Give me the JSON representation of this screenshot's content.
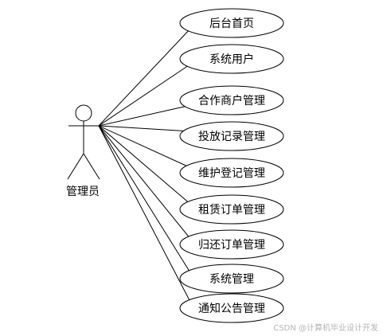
{
  "actor": {
    "name": "管理员",
    "icon": "stick-figure-actor-icon"
  },
  "use_cases": [
    {
      "id": "dashboard",
      "label": "后台首页"
    },
    {
      "id": "system-users",
      "label": "系统用户"
    },
    {
      "id": "partner-merchant-management",
      "label": "合作商户管理"
    },
    {
      "id": "placement-record-management",
      "label": "投放记录管理"
    },
    {
      "id": "maintenance-registration-management",
      "label": "维护登记管理"
    },
    {
      "id": "rental-order-management",
      "label": "租赁订单管理"
    },
    {
      "id": "return-order-management",
      "label": "归还订单管理"
    },
    {
      "id": "system-management",
      "label": "系统管理"
    },
    {
      "id": "announcement-management",
      "label": "通知公告管理"
    }
  ],
  "watermark": "CSDN @计算机毕业设计开发",
  "colors": {
    "stroke": "#000000",
    "fill": "#ffffff",
    "watermark": "#b4b4b4"
  }
}
